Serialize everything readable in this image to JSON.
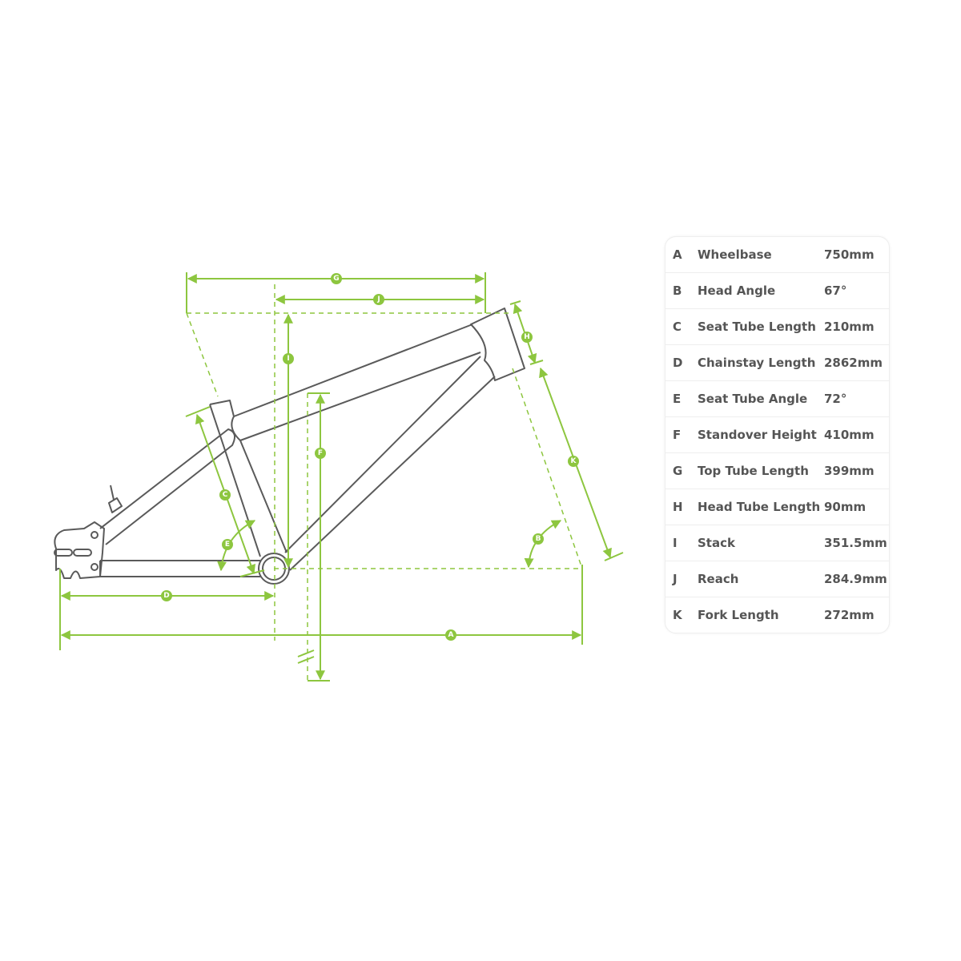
{
  "colors": {
    "accent": "#8dc63f",
    "frame": "#5a5a5a",
    "text": "#555555"
  },
  "labels": [
    "A",
    "B",
    "C",
    "D",
    "E",
    "F",
    "G",
    "H",
    "I",
    "J",
    "K"
  ],
  "geometry": [
    {
      "key": "A",
      "name": "Wheelbase",
      "value": "750mm"
    },
    {
      "key": "B",
      "name": "Head Angle",
      "value": "67°"
    },
    {
      "key": "C",
      "name": "Seat Tube Length",
      "value": "210mm"
    },
    {
      "key": "D",
      "name": "Chainstay Length",
      "value": "2862mm"
    },
    {
      "key": "E",
      "name": "Seat Tube Angle",
      "value": "72°"
    },
    {
      "key": "F",
      "name": "Standover Height",
      "value": "410mm"
    },
    {
      "key": "G",
      "name": "Top Tube Length",
      "value": "399mm"
    },
    {
      "key": "H",
      "name": "Head Tube Length",
      "value": "90mm"
    },
    {
      "key": "I",
      "name": "Stack",
      "value": "351.5mm"
    },
    {
      "key": "J",
      "name": "Reach",
      "value": "284.9mm"
    },
    {
      "key": "K",
      "name": "Fork Length",
      "value": "272mm"
    }
  ]
}
